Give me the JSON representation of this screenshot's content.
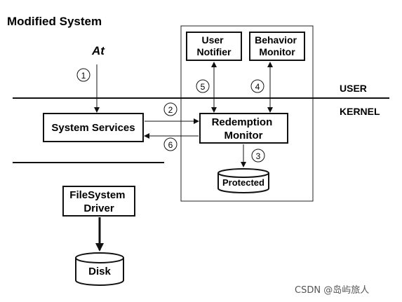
{
  "title": "Modified System",
  "actor": "At",
  "zones": {
    "user": "USER",
    "kernel": "KERNEL"
  },
  "boxes": {
    "user_notifier": [
      "User",
      "Notifier"
    ],
    "behavior_monitor": [
      "Behavior",
      "Monitor"
    ],
    "redemption_monitor": [
      "Redemption",
      "Monitor"
    ],
    "system_services": "System Services",
    "filesystem_driver": [
      "FileSystem",
      "Driver"
    ]
  },
  "storage": {
    "protected": "Protected",
    "disk": "Disk"
  },
  "steps": {
    "s1": "1",
    "s2": "2",
    "s3": "3",
    "s4": "4",
    "s5": "5",
    "s6": "6"
  },
  "watermark": "CSDN @岛屿旅人"
}
